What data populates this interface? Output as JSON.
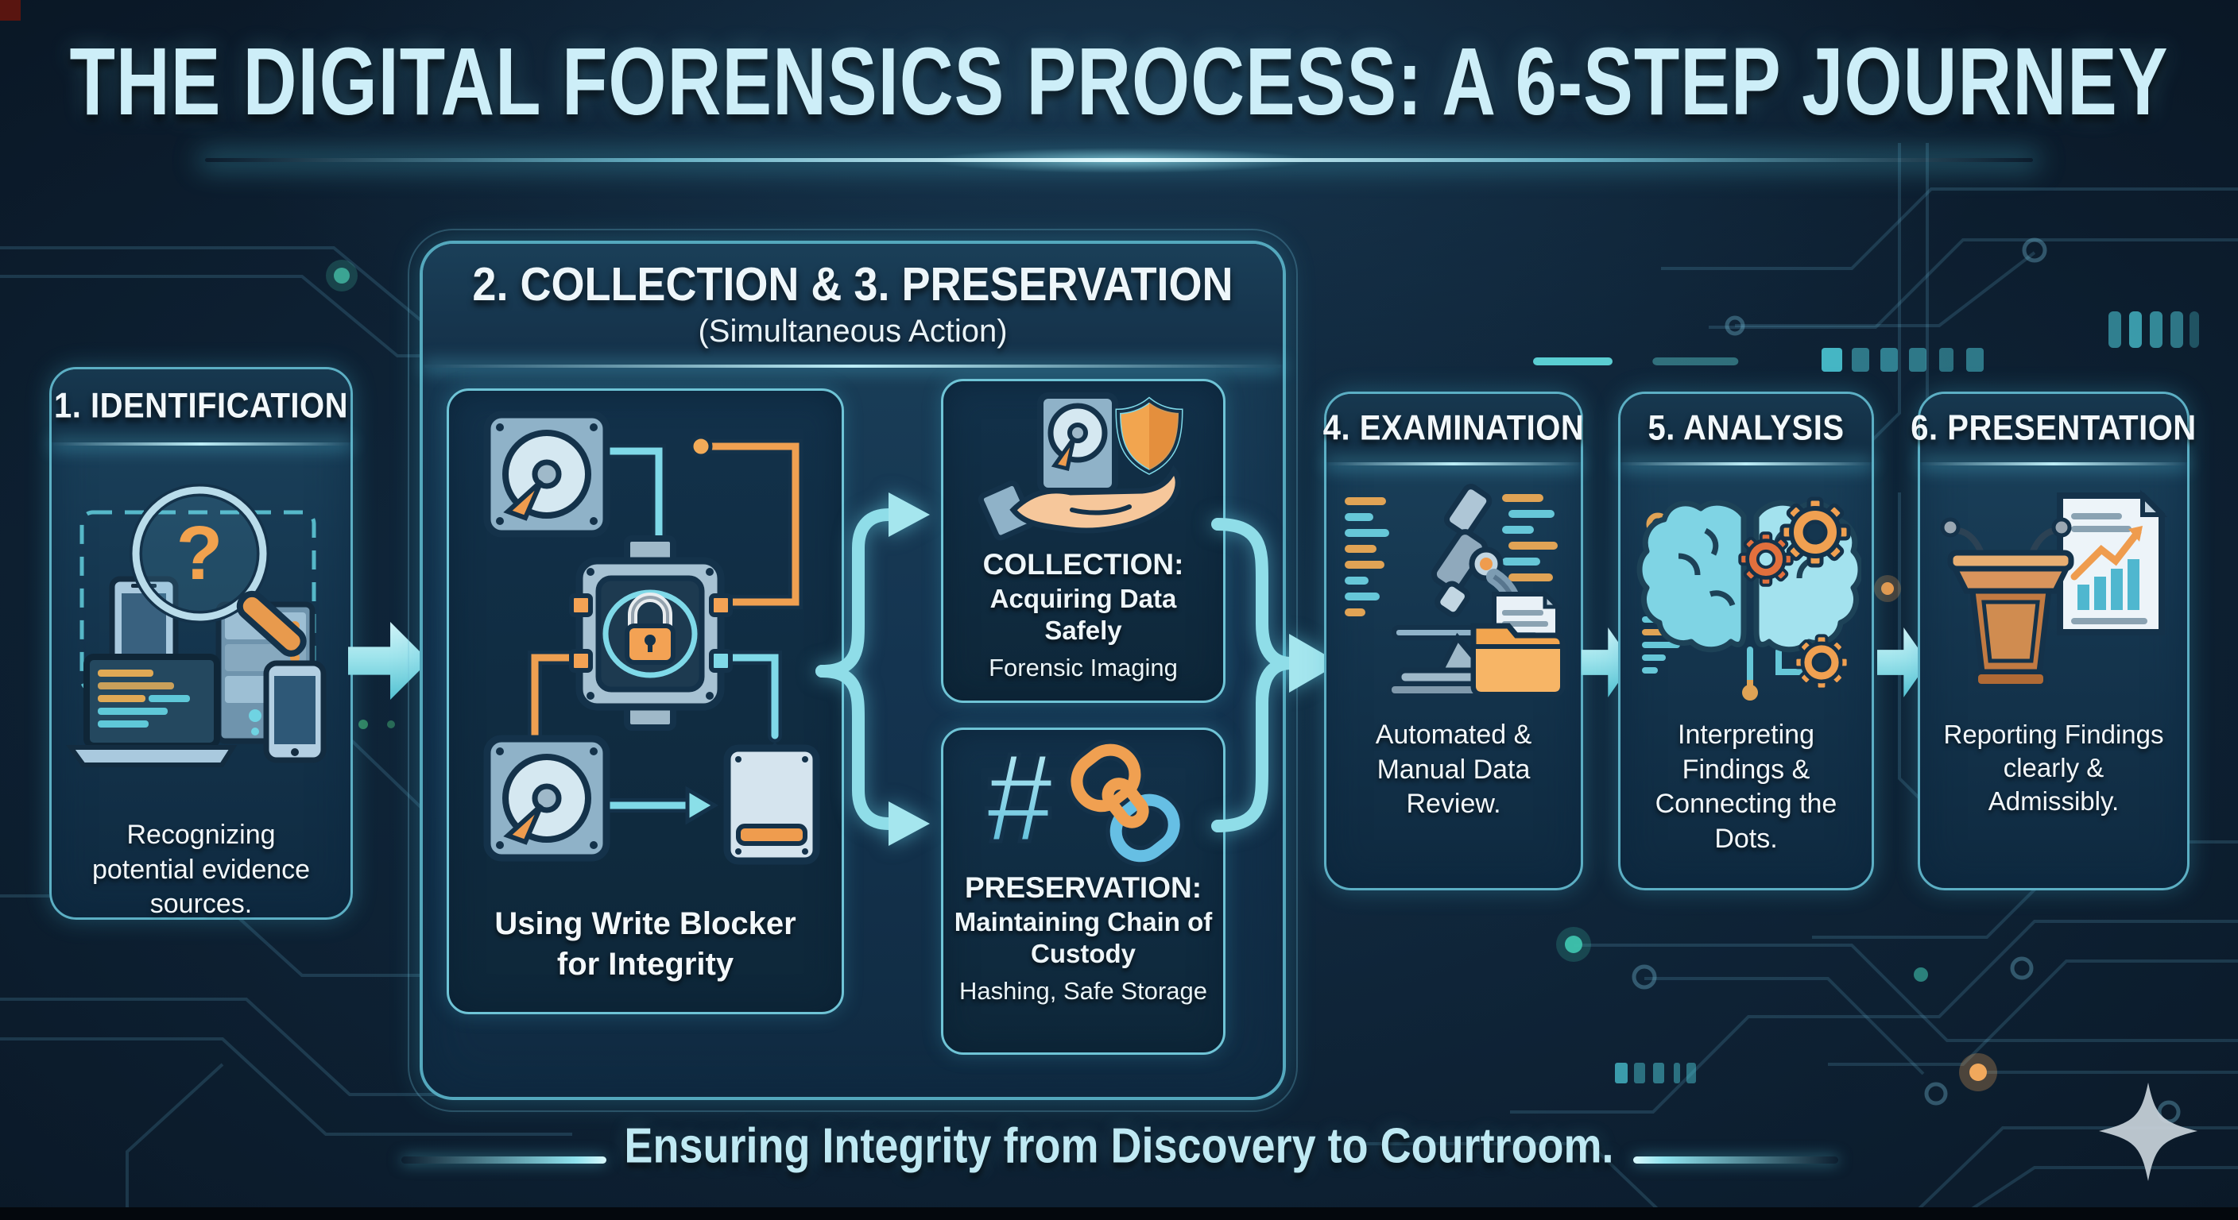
{
  "title": "THE DIGITAL FORENSICS PROCESS: A 6-STEP JOURNEY",
  "tagline": "Ensuring Integrity from Discovery to Courtroom.",
  "steps": {
    "identification": {
      "header": "1. IDENTIFICATION",
      "caption": "Recognizing potential evidence sources.",
      "icon": "magnifier-question-over-devices"
    },
    "collection_preservation": {
      "header": "2. COLLECTION & 3. PRESERVATION",
      "subheader": "(Simultaneous Action)",
      "write_blocker_caption": "Using Write Blocker for Integrity",
      "write_blocker_icon": "write-blocker-diagram",
      "collection": {
        "title": "COLLECTION:",
        "subtitle": "Acquiring Data Safely",
        "method": "Forensic Imaging",
        "icon": "hand-holding-drive-shield"
      },
      "preservation": {
        "title": "PRESERVATION:",
        "subtitle": "Maintaining Chain of Custody",
        "method": "Hashing, Safe Storage",
        "icon": "hash-chain-link"
      }
    },
    "examination": {
      "header": "4. EXAMINATION",
      "caption": "Automated & Manual Data Review.",
      "icon": "microscope-data-folder"
    },
    "analysis": {
      "header": "5. ANALYSIS",
      "caption": "Interpreting Findings & Connecting the Dots.",
      "icon": "brain-gears-circuit"
    },
    "presentation": {
      "header": "6. PRESENTATION",
      "caption": "Reporting Findings clearly & Admissibly.",
      "icon": "podium-report-chart"
    }
  },
  "colors": {
    "background": "#0d2133",
    "card_fill": "#15364f",
    "card_border": "#5cafc4",
    "accent_cyan": "#7fd9e8",
    "accent_orange": "#f09e4e",
    "title_text": "#cdeef8",
    "body_text": "#f2f8fb"
  }
}
